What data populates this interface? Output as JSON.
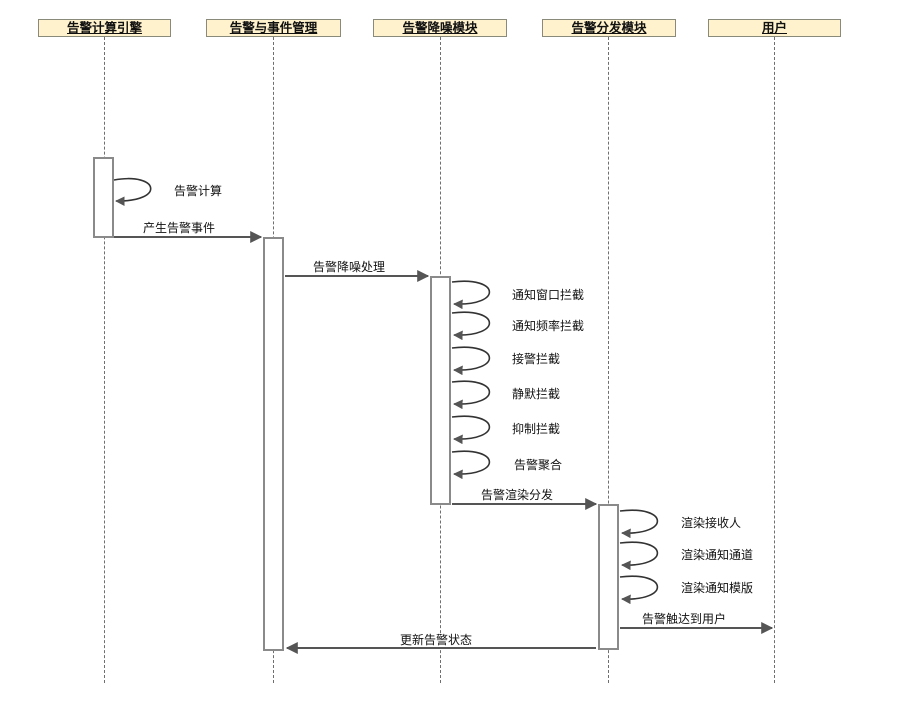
{
  "participants": [
    {
      "id": "engine",
      "label": "告警计算引擎"
    },
    {
      "id": "event_mgmt",
      "label": "告警与事件管理"
    },
    {
      "id": "noise",
      "label": "告警降噪模块"
    },
    {
      "id": "dispatch",
      "label": "告警分发模块"
    },
    {
      "id": "user",
      "label": "用户"
    }
  ],
  "messages": {
    "alert_calc": "告警计算",
    "produce_event": "产生告警事件",
    "noise_process": "告警降噪处理",
    "window_intercept": "通知窗口拦截",
    "freq_intercept": "通知频率拦截",
    "ack_intercept": "接警拦截",
    "silence_intercept": "静默拦截",
    "suppress_intercept": "抑制拦截",
    "aggregate": "告警聚合",
    "render_dispatch": "告警渲染分发",
    "render_receiver": "渲染接收人",
    "render_channel": "渲染通知通道",
    "render_template": "渲染通知模版",
    "reach_user": "告警触达到用户",
    "update_status": "更新告警状态"
  }
}
